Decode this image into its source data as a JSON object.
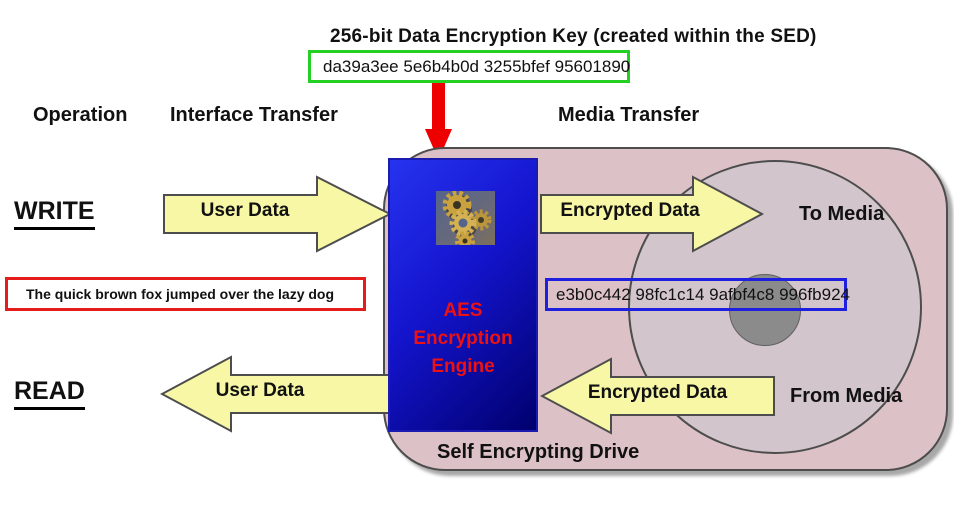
{
  "diagram": {
    "title": "256-bit Data Encryption Key (created within the SED)",
    "key_value": "da39a3ee 5e6b4b0d 3255bfef 95601890"
  },
  "column_headers": {
    "operation": "Operation",
    "interface_transfer": "Interface Transfer",
    "media_transfer": "Media Transfer"
  },
  "operations": {
    "write_label": "WRITE",
    "read_label": "READ"
  },
  "boxes": {
    "plaintext": "The quick brown fox jumped over the lazy dog",
    "ciphertext": "e3b0c442 98fc1c14 9afbf4c8 996fb924"
  },
  "engine": {
    "line1": "AES",
    "line2": "Encryption",
    "line3": "Engine"
  },
  "arrows": {
    "write_interface_label": "User Data",
    "write_media_label": "Encrypted Data",
    "read_interface_label": "User Data",
    "read_media_label": "Encrypted Data"
  },
  "media": {
    "to_label": "To Media",
    "from_label": "From Media"
  },
  "drive": {
    "label": "Self Encrypting Drive"
  },
  "colors": {
    "key_box_border": "#25d025",
    "plaintext_box_border": "#e51c1c",
    "ciphertext_box_border": "#1f1fe0",
    "key_arrow": "#ee0000",
    "arrow_fill": "#f7f7a6",
    "arrow_stroke": "#4d4d4d",
    "drive_body": "#dcc2c7",
    "platter": "#d2c5cc",
    "hub": "#8b8b8b",
    "engine_text": "#ee1111"
  }
}
